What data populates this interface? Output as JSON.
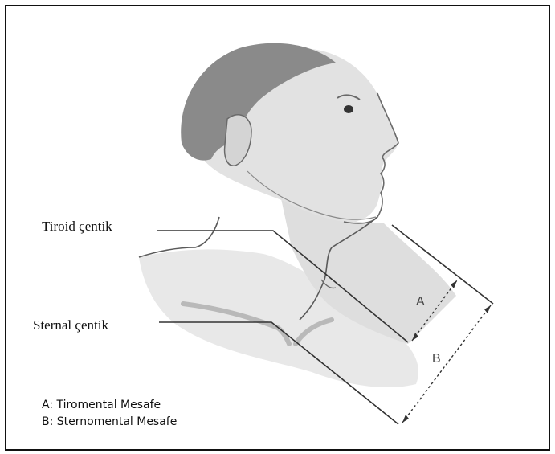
{
  "labels": {
    "thyroid_notch": "Tiroid çentik",
    "sternal_notch": "Sternal çentik",
    "dim_a": "A",
    "dim_b": "B"
  },
  "legend": {
    "a": "A: Tiromental Mesafe",
    "b": "B: Sternomental Mesafe"
  },
  "colors": {
    "skin": "#e4e4e4",
    "skin_shadow": "#cfcfcf",
    "hair": "#8a8a8a",
    "outline": "#5a5a5a",
    "border": "#111111"
  }
}
